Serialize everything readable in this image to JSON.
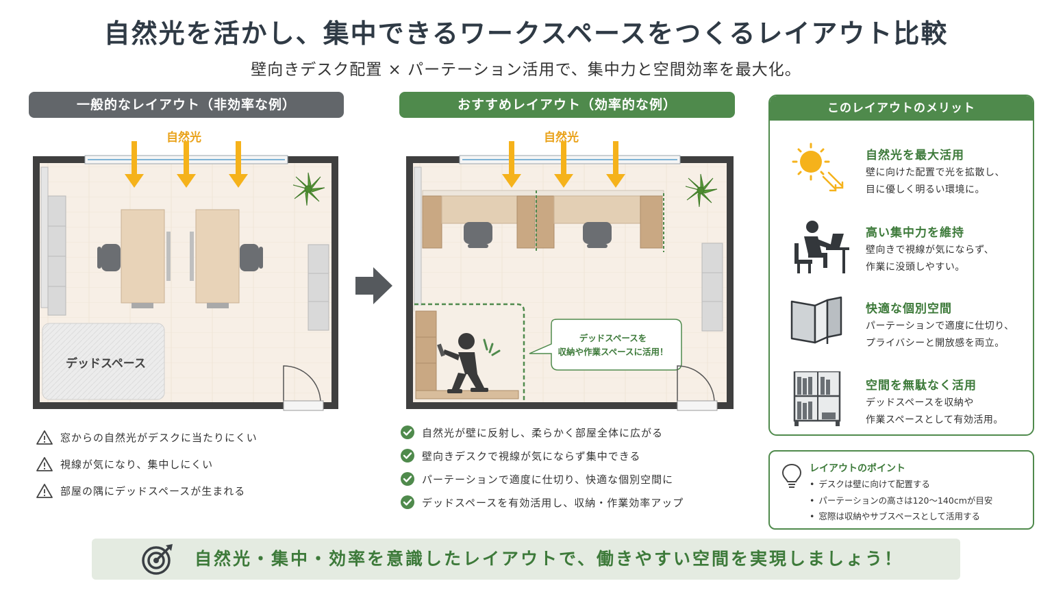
{
  "title": "自然光を活かし、集中できるワークスペースをつくるレイアウト比較",
  "subtitle": "壁向きデスク配置 × パーテーション活用で、集中力と空間効率を最大化。",
  "left": {
    "header": "一般的なレイアウト（非効率な例）",
    "sun_label": "自然光",
    "dead_space": "デッドスペース",
    "issues": [
      "窓からの自然光がデスクに当たりにくい",
      "視線が気になり、集中しにくい",
      "部屋の隅にデッドスペースが生まれる"
    ]
  },
  "middle": {
    "header": "おすすめレイアウト（効率的な例）",
    "sun_label": "自然光",
    "callout_line1": "デッドスペースを",
    "callout_line2": "収納や作業スペースに活用！",
    "benefits": [
      "自然光が壁に反射し、柔らかく部屋全体に広がる",
      "壁向きデスクで視線が気にならず集中できる",
      "パーテーションで適度に仕切り、快適な個別空間に",
      "デッドスペースを有効活用し、収納・作業効率アップ"
    ]
  },
  "merits": {
    "header": "このレイアウトのメリット",
    "items": [
      {
        "icon": "sun-icon",
        "title": "自然光を最大活用",
        "desc": "壁に向けた配置で光を拡散し、\n目に優しく明るい環境に。"
      },
      {
        "icon": "worker-at-desk-icon",
        "title": "高い集中力を維持",
        "desc": "壁向きで視線が気にならず、\n作業に没頭しやすい。"
      },
      {
        "icon": "partition-icon",
        "title": "快適な個別空間",
        "desc": "パーテーションで適度に仕切り、\nプライバシーと開放感を両立。"
      },
      {
        "icon": "bookshelf-icon",
        "title": "空間を無駄なく活用",
        "desc": "デッドスペースを収納や\n作業スペースとして有効活用。"
      }
    ]
  },
  "point": {
    "title": "レイアウトのポイント",
    "items": [
      "デスクは壁に向けて配置する",
      "パーテーションの高さは120〜140cmが目安",
      "窓際は収納やサブスペースとして活用する"
    ]
  },
  "footer": "自然光・集中・効率を意識したレイアウトで、働きやすい空間を実現しましょう！",
  "colors": {
    "green": "#4f8a4c",
    "gray_header": "#62666a",
    "sun_yellow": "#f5b21b",
    "footer_bg": "#e4ebe1"
  }
}
